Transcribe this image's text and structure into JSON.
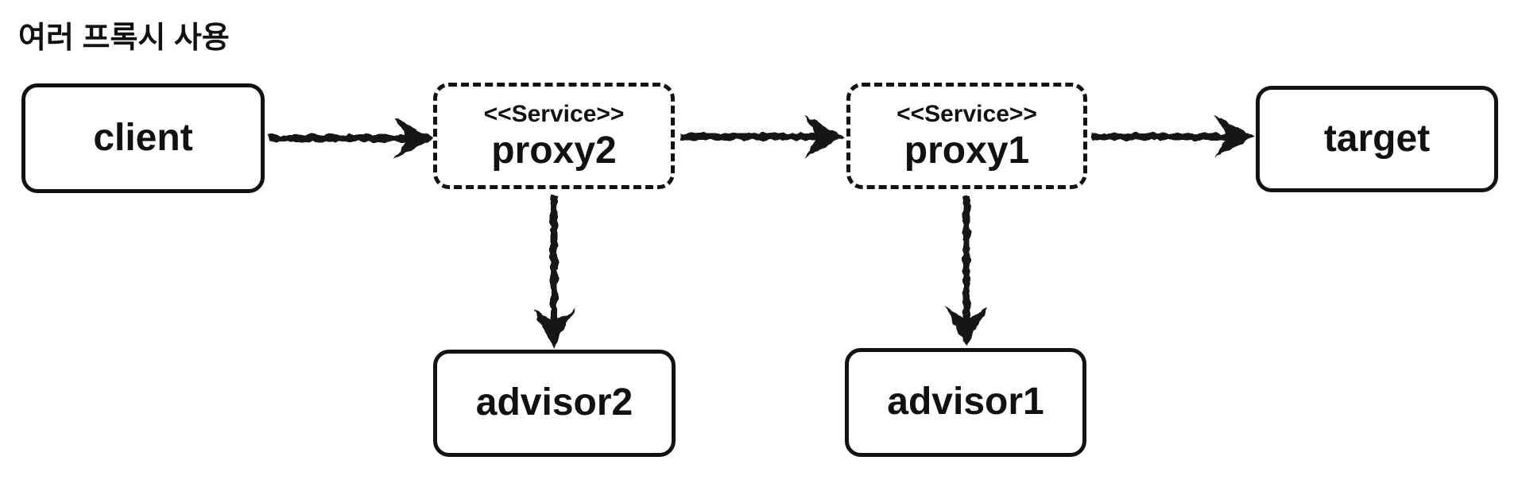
{
  "title": "여러 프록시 사용",
  "diagram": {
    "nodes": {
      "client": {
        "label": "client",
        "border": "solid"
      },
      "proxy2": {
        "stereotype": "<<Service>>",
        "label": "proxy2",
        "border": "dashed"
      },
      "proxy1": {
        "stereotype": "<<Service>>",
        "label": "proxy1",
        "border": "dashed"
      },
      "target": {
        "label": "target",
        "border": "solid"
      },
      "advisor2": {
        "label": "advisor2",
        "border": "solid"
      },
      "advisor1": {
        "label": "advisor1",
        "border": "solid"
      }
    },
    "edges": [
      {
        "from": "client",
        "to": "proxy2",
        "direction": "right"
      },
      {
        "from": "proxy2",
        "to": "proxy1",
        "direction": "right"
      },
      {
        "from": "proxy1",
        "to": "target",
        "direction": "right"
      },
      {
        "from": "proxy2",
        "to": "advisor2",
        "direction": "down"
      },
      {
        "from": "proxy1",
        "to": "advisor1",
        "direction": "down"
      }
    ],
    "colors": {
      "ink": "#121212",
      "background": "#ffffff"
    }
  }
}
